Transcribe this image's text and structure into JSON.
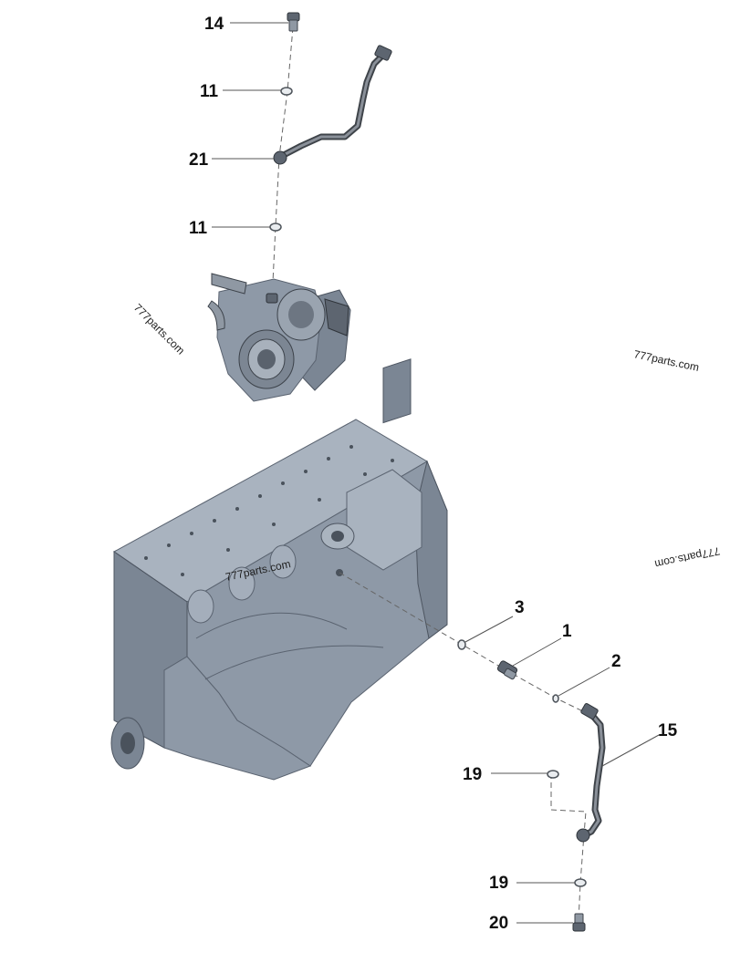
{
  "callouts": {
    "c14": "14",
    "c11a": "11",
    "c21": "21",
    "c11b": "11",
    "c3": "3",
    "c1": "1",
    "c2": "2",
    "c15": "15",
    "c19a": "19",
    "c19b": "19",
    "c20": "20"
  },
  "watermarks": {
    "w1": "777parts.com",
    "w2": "777parts.com",
    "w3": "777parts.com",
    "w4": "777parts.com"
  },
  "colors": {
    "part_metal": "#8f98a3",
    "engine_block": "#9aa5b2",
    "callout_text": "#111111"
  }
}
